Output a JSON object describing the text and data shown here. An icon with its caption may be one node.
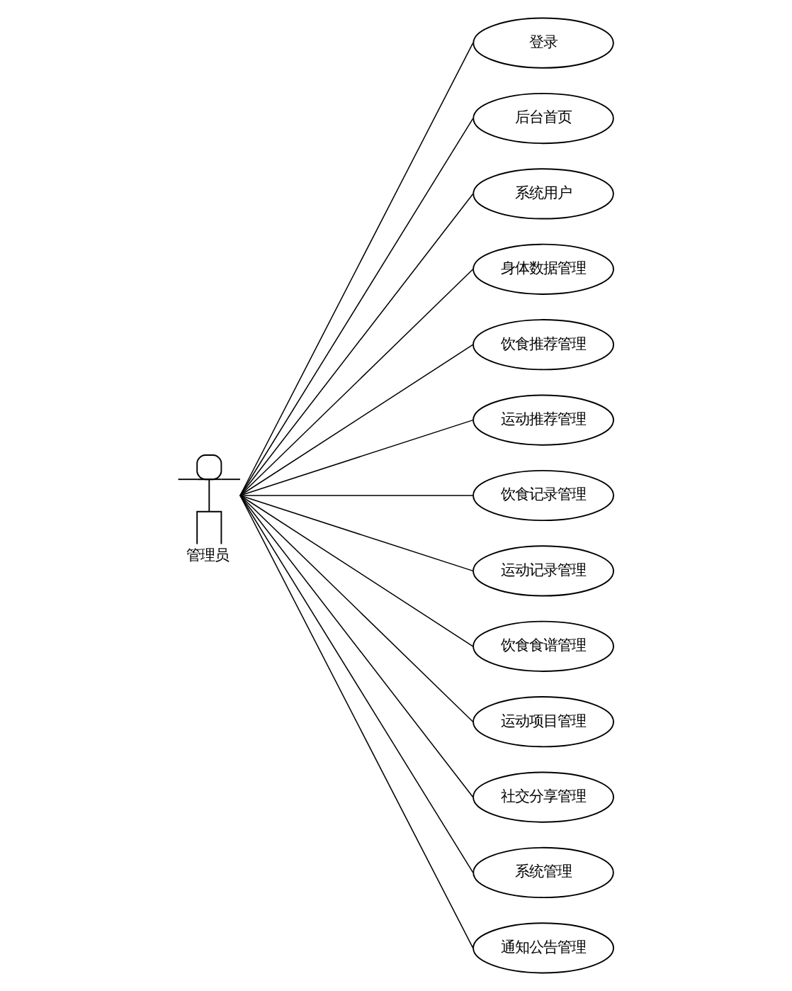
{
  "diagram": {
    "nodes": [
      {
        "text": [
          "管理员"
        ]
      },
      {
        "text": [
          "登录"
        ]
      },
      {
        "text": [
          "后台首页"
        ]
      },
      {
        "text": [
          "系统用户"
        ]
      },
      {
        "text": [
          "身体数据管理"
        ]
      },
      {
        "text": [
          "饮食推荐管理"
        ]
      },
      {
        "text": [
          "运动推荐管理"
        ]
      },
      {
        "text": [
          "饮食记录管理"
        ]
      },
      {
        "text": [
          "运动记录管理"
        ]
      },
      {
        "text": [
          "饮食食谱管理"
        ]
      },
      {
        "text": [
          "运动项目管理"
        ]
      },
      {
        "text": [
          "社交分享管理"
        ]
      },
      {
        "text": [
          "系统管理"
        ]
      },
      {
        "text": [
          "通知公告管理"
        ]
      }
    ],
    "edges": [
      {
        "from": 0,
        "to": 1,
        "arrow": "none"
      },
      {
        "from": 0,
        "to": 2,
        "arrow": "none"
      },
      {
        "from": 0,
        "to": 3,
        "arrow": "none"
      },
      {
        "from": 0,
        "to": 4,
        "arrow": "none"
      },
      {
        "from": 0,
        "to": 5,
        "arrow": "none"
      },
      {
        "from": 0,
        "to": 6,
        "arrow": "none"
      },
      {
        "from": 0,
        "to": 7,
        "arrow": "none"
      },
      {
        "from": 0,
        "to": 8,
        "arrow": "none"
      },
      {
        "from": 0,
        "to": 9,
        "arrow": "none"
      },
      {
        "from": 0,
        "to": 10,
        "arrow": "none"
      },
      {
        "from": 0,
        "to": 11,
        "arrow": "none"
      },
      {
        "from": 0,
        "to": 12,
        "arrow": "none"
      },
      {
        "from": 0,
        "to": 13,
        "arrow": "none"
      }
    ]
  }
}
